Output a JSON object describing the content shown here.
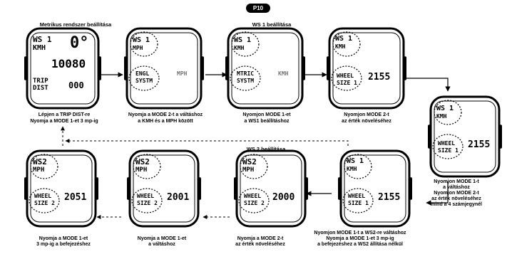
{
  "badge": "P10",
  "titles": {
    "metric": "Metrikus rendszer beállítása",
    "ws1": "WS 1 beállítása",
    "ws2": "WS 2 beállítása"
  },
  "captions": {
    "c1a": "Lépjen a TRIP DIST-re",
    "c1b": "Nyomja a MODE 1-et 3 mp-ig",
    "c2a": "Nyomja a  MODE 2-t a váltáshoz",
    "c2b": "a KMH és a MPH között",
    "c3a": "Nyomjon MODE 1-et",
    "c3b": "a WS1 beállításhoz",
    "c4a": "Nyomjon MODE 2-t",
    "c4b": "az érték növeléséhez",
    "c5a": "Nyomjon MODE 1-t",
    "c5b": "a váltáshoz",
    "c5c": "Nyomjon MODE 2-t",
    "c5d": "az érték növeléséhez",
    "c5e": "mind a 4 számjegynél",
    "c6a": "Nyomjon MODE 1-t a WS2-re váltáshoz",
    "c6b": "Nyomja a MODE 1-et 3 mp-ig",
    "c6c": "a befejezéshez a WS2 állítása nélkül",
    "c7a": "Nyomja a MODE 2-t",
    "c7b": "az érték növeléséhez",
    "c8a": "Nyomja a MODE 1-et",
    "c8b": "a váltáshoz",
    "c9a": "Nyomja a MODE 1-et",
    "c9b": "3 mp-ig a befejezéshez"
  },
  "screens": {
    "s1": {
      "l1": "WS 1",
      "l2": "KMH",
      "temp": "0°",
      "odo": "10080",
      "l3": "TRIP",
      "l4": "DIST",
      "dist": "000"
    },
    "s2": {
      "l1": "WS 1",
      "l2": "MPH",
      "o1": "ENGL",
      "o2": "SYSTM",
      "o3": "MPH"
    },
    "s3": {
      "l1": "WS 1",
      "l2": "KMH",
      "o1": "MTRIC",
      "o2": "SYSTM",
      "o3": "KMH"
    },
    "s4": {
      "l1": "WS 1",
      "l2": "KMH",
      "o1": "WHEEL",
      "o2": "SIZE 1",
      "val": "2155"
    },
    "s5": {
      "l1": "WS 1",
      "l2": "KMH",
      "o1": "WHEEL",
      "o2": "SIZE 1",
      "val": "2155"
    },
    "s6": {
      "l1": "WS 1",
      "l2": "KMH",
      "o1": "WHEEL",
      "o2": "SIZE 1",
      "val": "2155"
    },
    "s7": {
      "l1": "WS2",
      "l2": "MPH",
      "o1": "WHEEL",
      "o2": "SIZE 2",
      "val": "2000"
    },
    "s8": {
      "l1": "WS2",
      "l2": "MPH",
      "o1": "WHEEL",
      "o2": "SIZE 2",
      "val": "2001"
    },
    "s9": {
      "l1": "WS2",
      "l2": "MPH",
      "o1": "WHEEL",
      "o2": "SIZE 2",
      "val": "2051"
    }
  }
}
